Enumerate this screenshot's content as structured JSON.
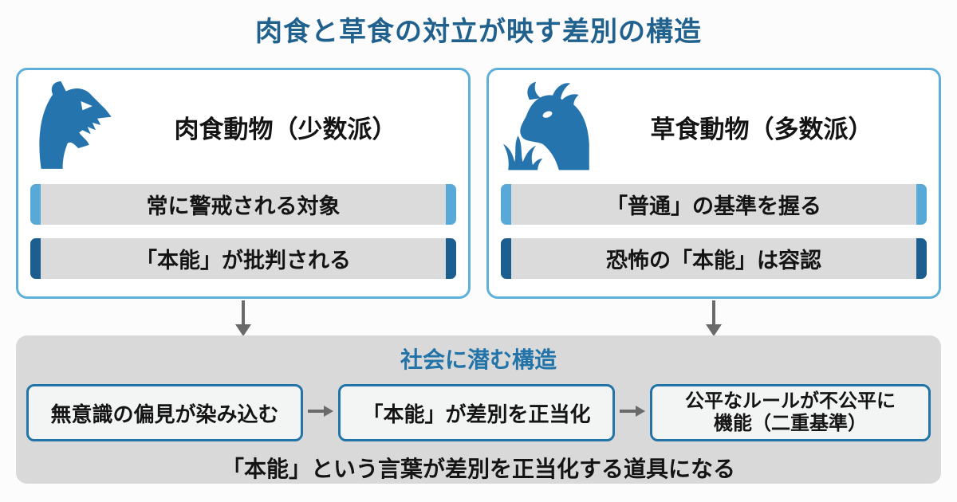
{
  "title": "肉食と草食の対立が映す差別の構造",
  "colors": {
    "title_blue": "#20618E",
    "card_border": "#5FB0D8",
    "icon_blue": "#2574AD",
    "bar_bg": "#DBDBDB",
    "cap_light": "#58A9D8",
    "cap_dark": "#1C5E8F",
    "panel_bg": "#D9D9D9",
    "box_border": "#2273A8",
    "arrow_gray": "#6A6A6A"
  },
  "cards": [
    {
      "icon": "wolf-icon",
      "heading": "肉食動物（少数派）",
      "bars": [
        {
          "label": "常に警戒される対象",
          "cap": "light"
        },
        {
          "label": "「本能」が批判される",
          "cap": "dark"
        }
      ]
    },
    {
      "icon": "cow-icon",
      "heading": "草食動物（多数派）",
      "bars": [
        {
          "label": "「普通」の基準を握る",
          "cap": "light"
        },
        {
          "label": "恐怖の「本能」は容認",
          "cap": "dark"
        }
      ]
    }
  ],
  "panel": {
    "title": "社会に潜む構造",
    "flow": [
      "無意識の偏見が染み込む",
      "「本能」が差別を正当化",
      "公平なルールが不公平に\n機能（二重基準）"
    ],
    "caption": "「本能」という言葉が差別を正当化する道具になる"
  }
}
